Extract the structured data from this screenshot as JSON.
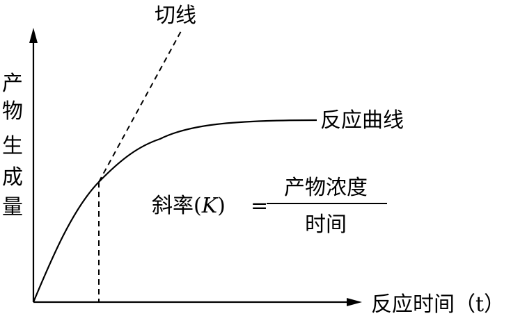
{
  "y_axis_label_chars": [
    "产",
    "物",
    "生",
    "成",
    "量"
  ],
  "x_axis_label": "反应时间（t）",
  "tangent_label": "切线",
  "curve_label": "反应曲线",
  "formula": {
    "lhs": "斜率(",
    "variable": "K",
    "rhs_close": ")",
    "equals": "=",
    "numerator": "产物浓度",
    "denominator": "时间"
  },
  "colors": {
    "ink": "#000000",
    "background": "#ffffff"
  }
}
